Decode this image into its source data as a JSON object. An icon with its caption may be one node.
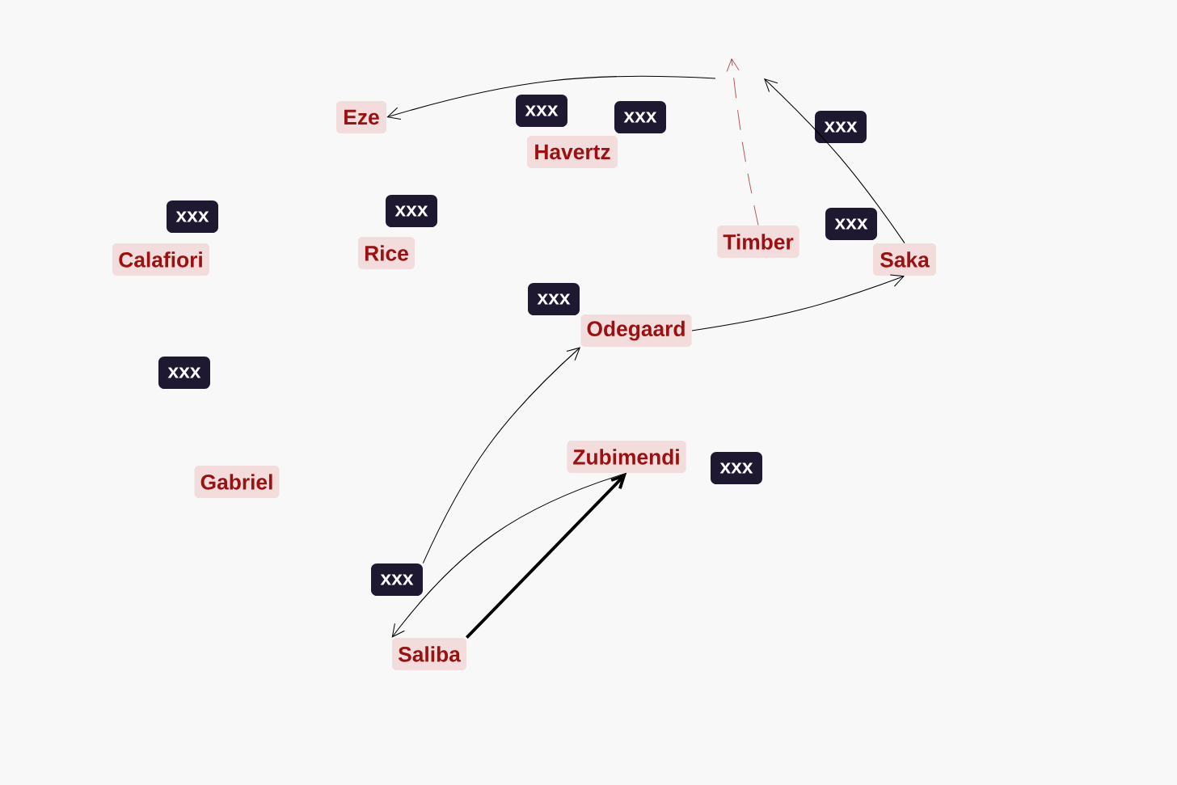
{
  "diagram": {
    "nodes": [
      {
        "text": [
          "xxx"
        ]
      },
      {
        "text": [
          "Eze"
        ]
      },
      {
        "text": [
          "xxx"
        ]
      },
      {
        "text": [
          "xxx"
        ]
      },
      {
        "text": [
          "Havertz"
        ]
      },
      {
        "text": [
          "xxx"
        ]
      },
      {
        "text": [
          "xxx"
        ]
      },
      {
        "text": [
          "xxx"
        ]
      },
      {
        "text": [
          "Timber"
        ]
      },
      {
        "text": [
          "Rice"
        ]
      },
      {
        "text": [
          "Calafiori"
        ]
      },
      {
        "text": [
          "Saka"
        ]
      },
      {
        "text": [
          "xxx"
        ]
      },
      {
        "text": [
          "Odegaard"
        ]
      },
      {
        "text": [
          "xxx"
        ]
      },
      {
        "text": [
          "Zubimendi"
        ]
      },
      {
        "text": [
          "xxx"
        ]
      },
      {
        "text": [
          "Gabriel"
        ]
      },
      {
        "text": [
          "xxx"
        ]
      },
      {
        "text": [
          "Saliba"
        ]
      }
    ],
    "edges": [
      {
        "from": null,
        "to": 1,
        "arrow": "to"
      },
      {
        "from": 8,
        "to": null,
        "arrow": "to",
        "style": "dashed",
        "color": "#9b1111"
      },
      {
        "from": 11,
        "to": null,
        "arrow": "to"
      },
      {
        "from": 13,
        "to": 11,
        "arrow": "to"
      },
      {
        "from": 18,
        "to": 13,
        "arrow": "to"
      },
      {
        "from": 15,
        "to": 19,
        "arrow": "to"
      },
      {
        "from": 19,
        "to": 15,
        "arrow": "to",
        "style": "thick"
      }
    ]
  }
}
